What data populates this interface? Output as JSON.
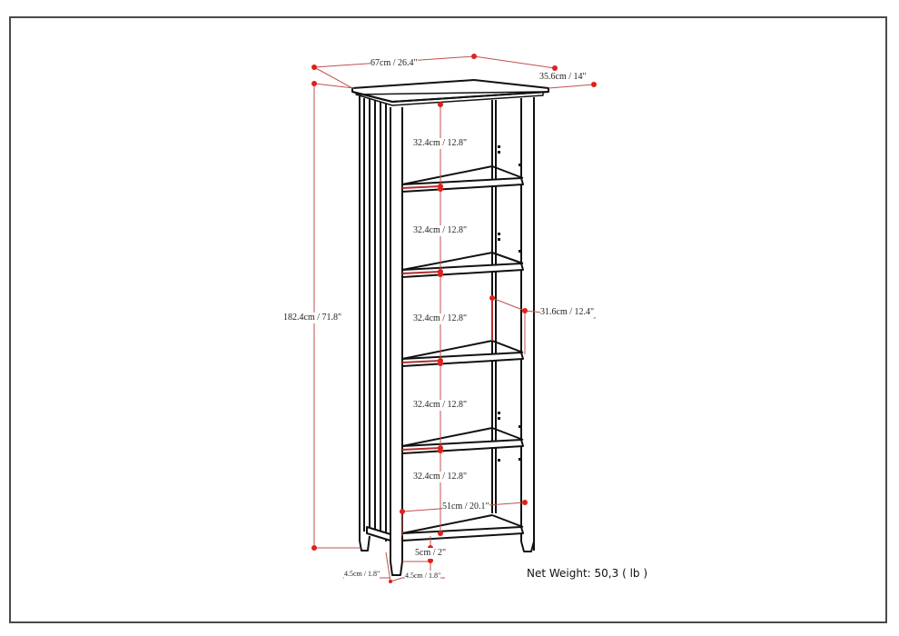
{
  "diagram": {
    "title": "Bookcase dimension drawing",
    "dimensions": {
      "width": "67cm / 26.4\"",
      "depth": "35.6cm / 14\"",
      "height": "182.4cm / 71.8\"",
      "shelf_gaps": [
        "32.4cm / 12.8\"",
        "32.4cm / 12.8\"",
        "32.4cm / 12.8\"",
        "32.4cm / 12.8\"",
        "32.4cm / 12.8\""
      ],
      "shelf_depth": "31.6cm / 12.4\"",
      "inner_width": "51cm / 20.1\"",
      "bottom_clearance": "5cm / 2\"",
      "leg_side": "4.5cm / 1.8\"",
      "leg_front": "4.5cm / 1.8\""
    },
    "net_weight": "Net Weight: 50,3 ( lb )",
    "colors": {
      "outline": "#111111",
      "dimension_line": "#c0504d",
      "dimension_dot": "#e0201c",
      "frame": "#4a4a4a"
    }
  }
}
